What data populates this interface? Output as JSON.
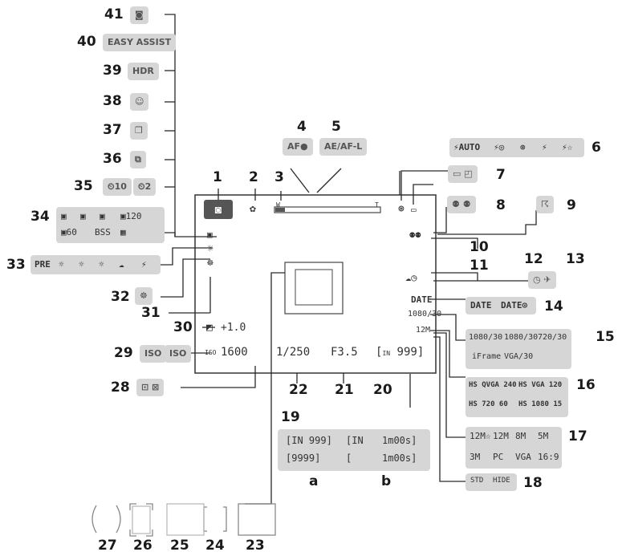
{
  "callouts": {
    "n1": "1",
    "n2": "2",
    "n3": "3",
    "n4": "4",
    "n5": "5",
    "n6": "6",
    "n7": "7",
    "n8": "8",
    "n9": "9",
    "n10": "10",
    "n11": "11",
    "n12": "12",
    "n13": "13",
    "n14": "14",
    "n15": "15",
    "n16": "16",
    "n17": "17",
    "n18": "18",
    "n19": "19",
    "n20": "20",
    "n21": "21",
    "n22": "22",
    "n23": "23",
    "n24": "24",
    "n25": "25",
    "n26": "26",
    "n27": "27",
    "n28": "28",
    "n29": "29",
    "n30": "30",
    "n31": "31",
    "n32": "32",
    "n33": "33",
    "n34": "34",
    "n35": "35",
    "n36": "36",
    "n37": "37",
    "n38": "38",
    "n39": "39",
    "n40": "40",
    "n41": "41"
  },
  "badges": {
    "af": "AF●",
    "ae_af_lock": "AE/AF-L",
    "easy_assist": "EASY ASSIST",
    "hdr": "HDR"
  },
  "flash_modes": [
    "⚡AUTO",
    "⚡◎",
    "⊛",
    "⚡",
    "⚡☆"
  ],
  "self_timer": [
    "⏲10",
    "⏲2"
  ],
  "white_balance": [
    "PRE",
    "☼",
    "☼",
    "☼",
    "☁",
    "⚡"
  ],
  "continuous": [
    "▣",
    "▣",
    "▣",
    "▣120",
    "▣60",
    "BSS",
    "▦"
  ],
  "screen": {
    "zoom_w": "W",
    "zoom_t": "T",
    "exposure_comp": "+1.0",
    "iso": "1600",
    "shutter": "1/250",
    "aperture": "F3.5",
    "shots_remaining": "999",
    "date_stamp": "DATE"
  },
  "iso_options": [
    "ISO",
    "ISO"
  ],
  "date_options": [
    "DATE",
    "DATE⊙"
  ],
  "movie_options": [
    "1080/30",
    "1080/30",
    "720/30",
    "iFrame",
    "VGA/30"
  ],
  "hs_movie_options": [
    "HS QVGA 240",
    "HS VGA 120",
    "HS 720 60",
    "HS 1080 15"
  ],
  "image_sizes": [
    "12M☆",
    "12M",
    "8M",
    "5M",
    "3M",
    "PC",
    "VGA",
    "16:9"
  ],
  "movie_speed": [
    "STD",
    "HIDE"
  ],
  "remaining": {
    "row1_a": "[IN 999]",
    "row1_b_prefix": "[IN",
    "row1_b": "1m00s]",
    "row2_a": "[9999]",
    "row2_b_prefix": "[",
    "row2_b": "1m00s]",
    "label_a": "a",
    "label_b": "b"
  }
}
